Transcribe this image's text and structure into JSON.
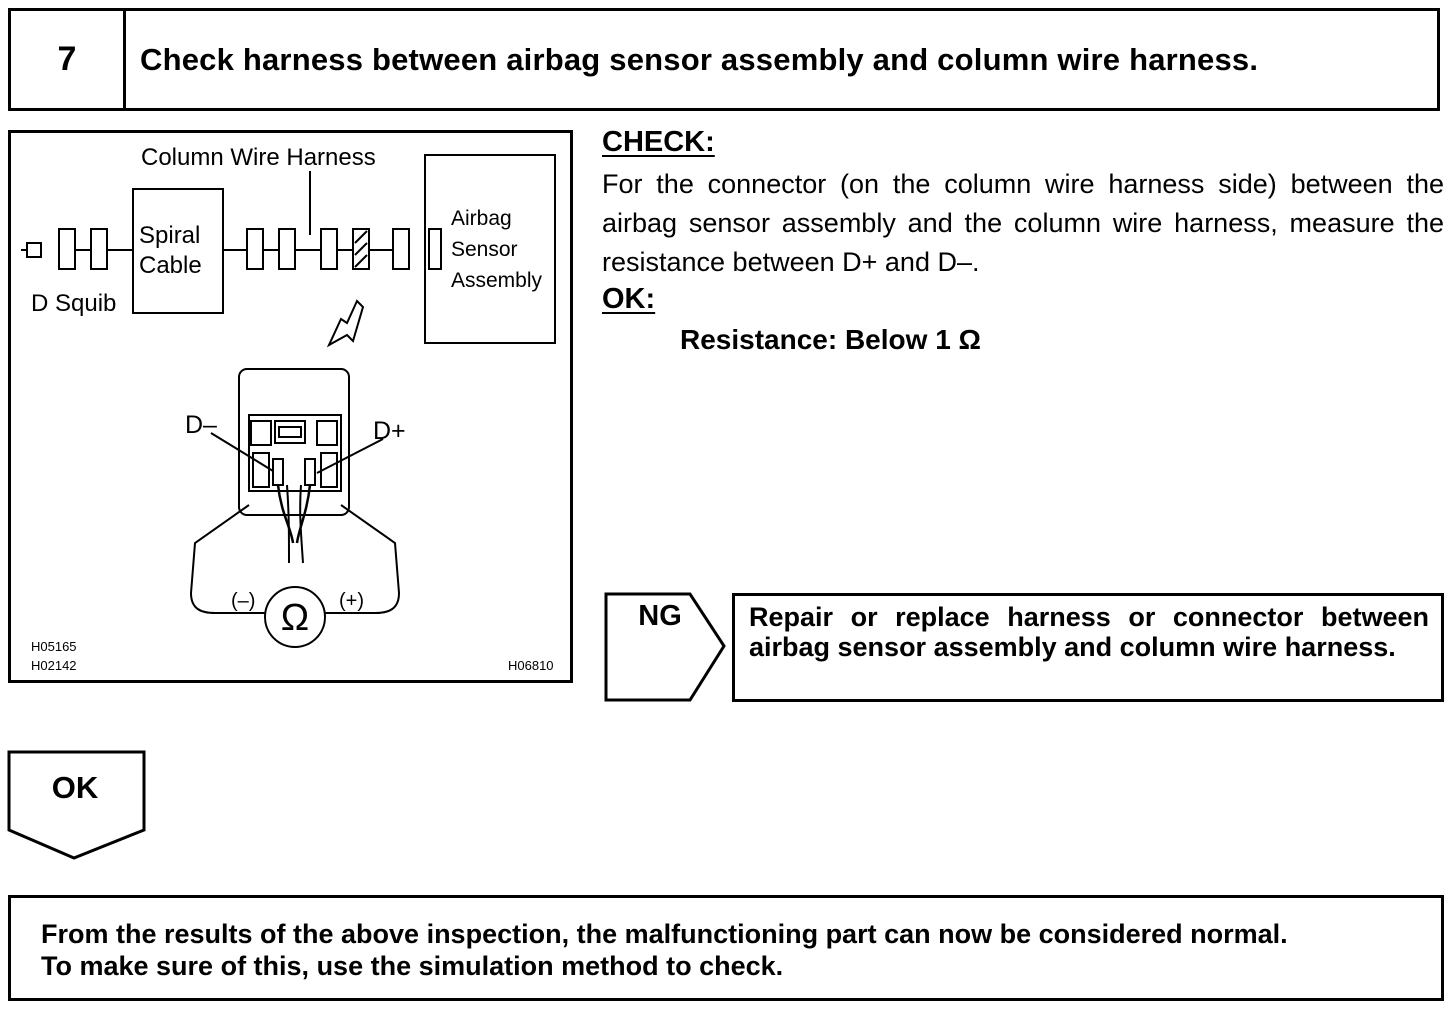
{
  "step": {
    "number": "7",
    "title": "Check harness between airbag sensor assembly and column wire harness."
  },
  "figure": {
    "labels": {
      "column_wire_harness": "Column Wire Harness",
      "spiral_line1": "Spiral",
      "spiral_line2": "Cable",
      "airbag_line1": "Airbag",
      "airbag_line2": "Sensor",
      "airbag_line3": "Assembly",
      "d_squib": "D Squib",
      "d_minus": "D–",
      "d_plus": "D+",
      "minus": "(–)",
      "plus": "(+)",
      "ohm": "Ω",
      "code1": "H05165",
      "code2": "H02142",
      "code3": "H06810"
    }
  },
  "check": {
    "heading": "CHECK:",
    "body": "For the connector (on the column wire harness side) between the airbag sensor assembly and the column wire harness, measure the resistance between D+ and D–."
  },
  "ok": {
    "heading": "OK:",
    "value": "Resistance: Below 1 Ω"
  },
  "ng": {
    "label": "NG",
    "action": "Repair or replace harness or connector between airbag sensor assembly and column wire harness."
  },
  "ok_arrow": {
    "label": "OK"
  },
  "result": {
    "line1": "From the results of the above inspection, the malfunctioning part can now be considered normal.",
    "line2": "To make sure of this, use the simulation method to check."
  }
}
